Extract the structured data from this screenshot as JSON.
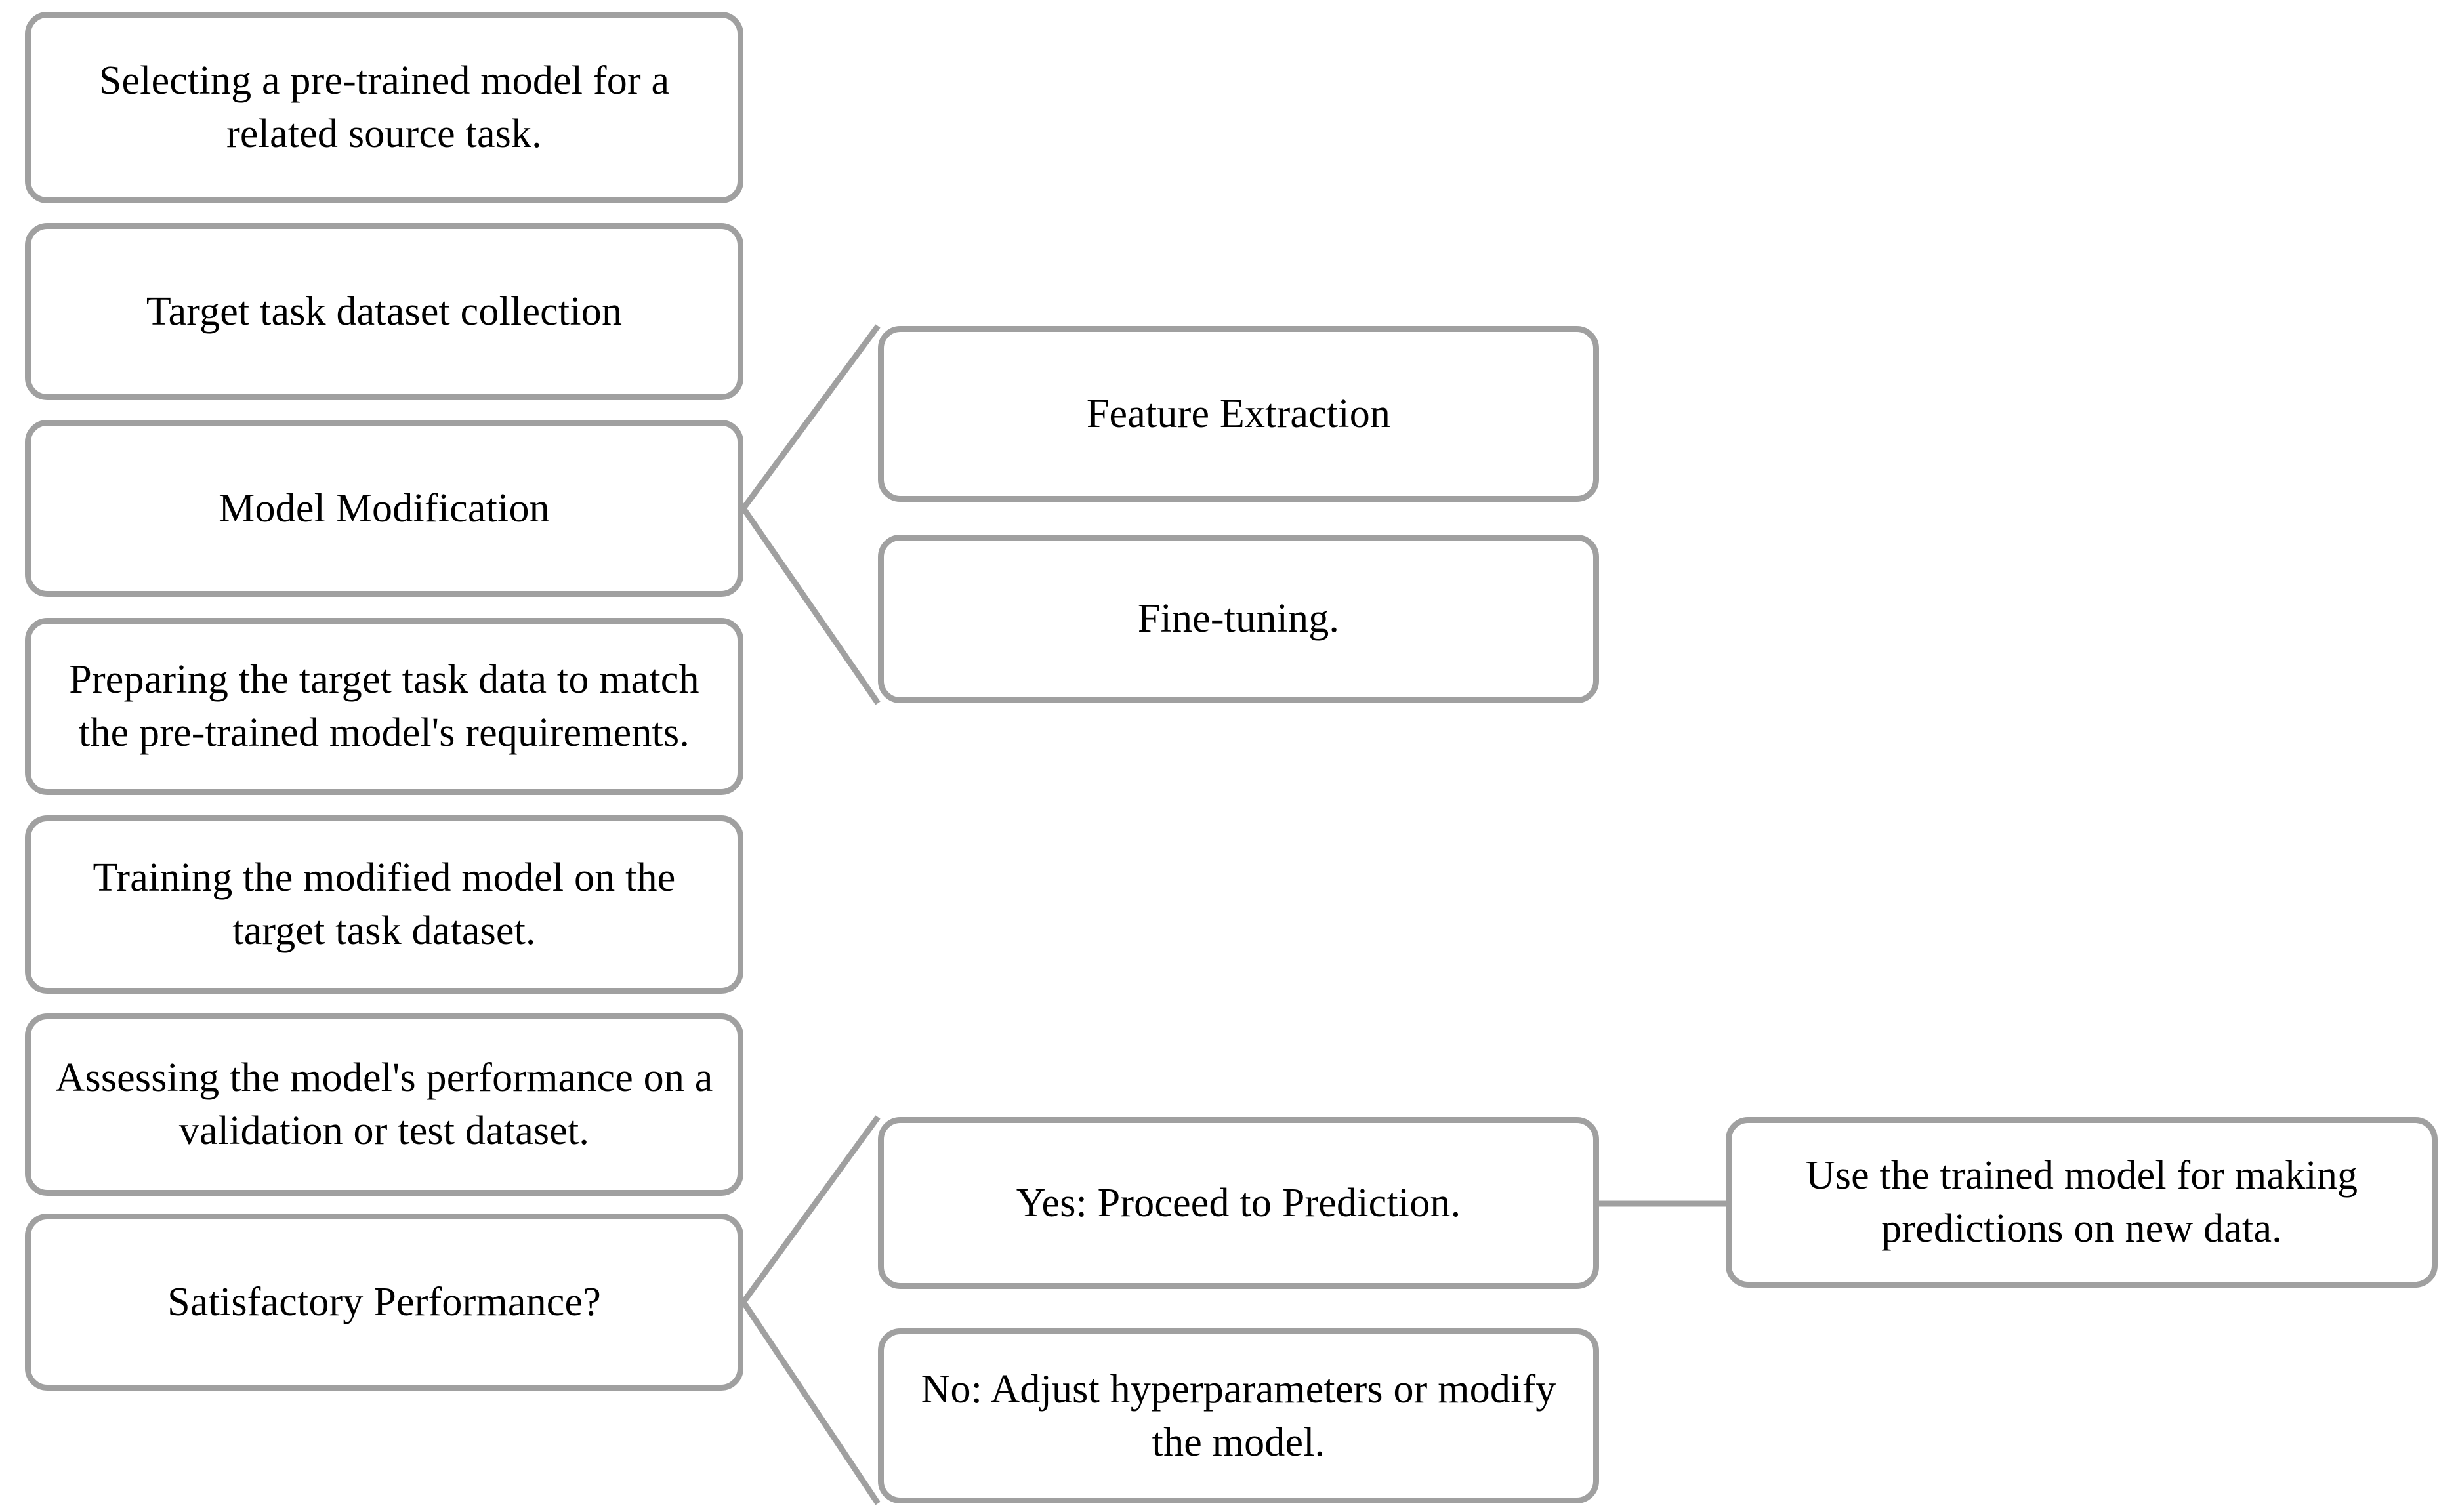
{
  "diagram": {
    "title_visible": false,
    "style": {
      "border_color": "#a0a0a0",
      "fill_color": "#ffffff",
      "text_color": "#000000",
      "connector_color": "#a0a0a0",
      "background": "#ffffff"
    },
    "columns": {
      "left": {
        "nodes": [
          {
            "id": "select-model",
            "text": "Selecting a pre-trained model for a related source task."
          },
          {
            "id": "dataset-collection",
            "text": "Target task dataset collection"
          },
          {
            "id": "model-modification",
            "text": "Model Modification"
          },
          {
            "id": "data-preparation",
            "text": "Preparing the target task data to match the pre-trained model's requirements."
          },
          {
            "id": "training",
            "text": "Training the modified model on the target task dataset."
          },
          {
            "id": "evaluation",
            "text": "Assessing the model's performance on a validation or test dataset."
          },
          {
            "id": "decision",
            "text": "Satisfactory Performance?"
          }
        ]
      },
      "middle": {
        "nodes": [
          {
            "id": "feature-extraction",
            "text": "Feature Extraction"
          },
          {
            "id": "fine-tuning",
            "text": "Fine-tuning."
          },
          {
            "id": "yes-branch",
            "text": "Yes: Proceed to Prediction."
          },
          {
            "id": "no-branch",
            "text": "No: Adjust hyperparameters or modify the model."
          }
        ]
      },
      "right": {
        "nodes": [
          {
            "id": "prediction",
            "text": "Use the trained model for making predictions on new data."
          }
        ]
      }
    },
    "connectors": [
      {
        "id": "mod-to-feature-extraction",
        "from": "model-modification",
        "to": "feature-extraction",
        "type": "branch"
      },
      {
        "id": "mod-to-fine-tuning",
        "from": "model-modification",
        "to": "fine-tuning",
        "type": "branch"
      },
      {
        "id": "decision-to-yes",
        "from": "decision",
        "to": "yes-branch",
        "type": "branch"
      },
      {
        "id": "decision-to-no",
        "from": "decision",
        "to": "no-branch",
        "type": "branch"
      },
      {
        "id": "yes-to-prediction",
        "from": "yes-branch",
        "to": "prediction",
        "type": "straight"
      }
    ]
  }
}
